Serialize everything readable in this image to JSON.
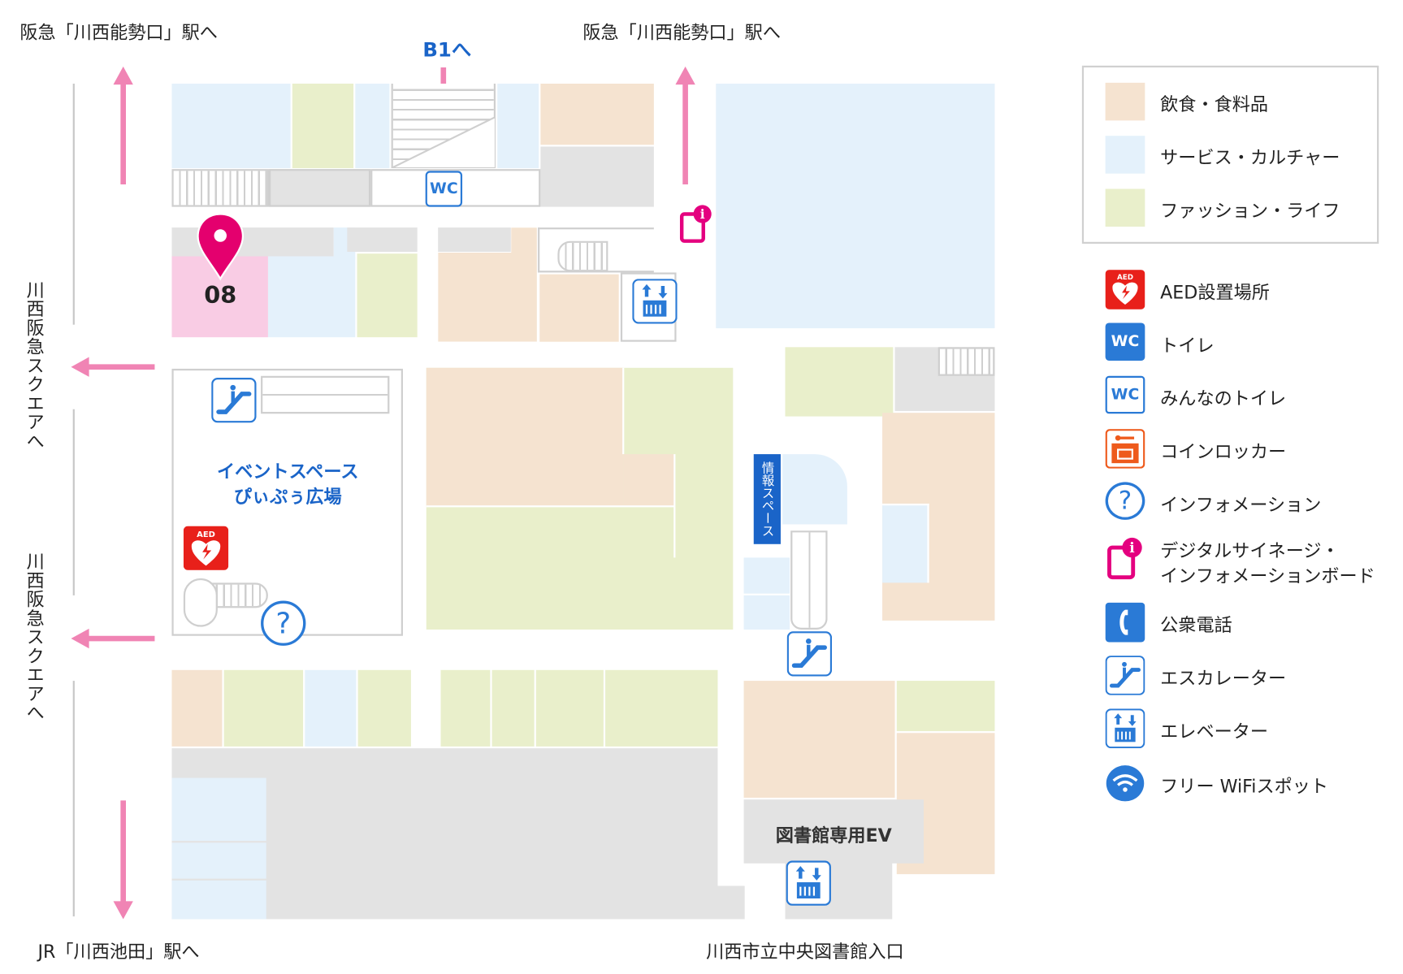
{
  "labels": {
    "top_left": "阪急「川西能勢口」駅へ",
    "top_right": "阪急「川西能勢口」駅へ",
    "b1": "B1へ",
    "left_upper": "川西阪急スクエアへ",
    "left_lower": "川西阪急スクエアへ",
    "bottom_left": "JR「川西池田」駅へ",
    "bottom_right": "川西市立中央図書館入口"
  },
  "map": {
    "marker_number": "08",
    "wc_label": "WC",
    "event_space_line1": "イベントスペース",
    "event_space_line2": "ぴぃぷぅ広場",
    "info_space": "情報スペース",
    "library_ev": "図書館専用EV",
    "aed_label": "AED",
    "info_glyph": "?",
    "signage_glyph": "i"
  },
  "legend": {
    "categories": [
      {
        "label": "飲食・食料品",
        "color": "#f5e3d0"
      },
      {
        "label": "サービス・カルチャー",
        "color": "#e4f1fb"
      },
      {
        "label": "ファッション・ライフ",
        "color": "#e9efcb"
      }
    ],
    "icons": [
      {
        "icon": "aed-icon",
        "label": "AED設置場所"
      },
      {
        "icon": "wc-icon",
        "label": "トイレ"
      },
      {
        "icon": "accessible-wc-icon",
        "label": "みんなのトイレ"
      },
      {
        "icon": "coin-locker-icon",
        "label": "コインロッカー"
      },
      {
        "icon": "information-icon",
        "label": "インフォメーション"
      },
      {
        "icon": "digital-signage-icon",
        "label": "デジタルサイネージ・",
        "label2": "インフォメーションボード"
      },
      {
        "icon": "public-phone-icon",
        "label": "公衆電話"
      },
      {
        "icon": "escalator-icon",
        "label": "エスカレーター"
      },
      {
        "icon": "elevator-icon",
        "label": "エレベーター"
      },
      {
        "icon": "wifi-icon",
        "label": "フリー WiFiスポット"
      }
    ],
    "wc_text": "WC",
    "aed_text": "AED",
    "info_text": "?",
    "signage_text": "i"
  },
  "colors": {
    "food": "#f5e3d0",
    "service": "#e4f1fb",
    "fashion": "#e9efcb",
    "highlight": "#f9cce4",
    "arrow": "#f084b4",
    "blue": "#1a64c8",
    "marker": "#e4006e"
  }
}
